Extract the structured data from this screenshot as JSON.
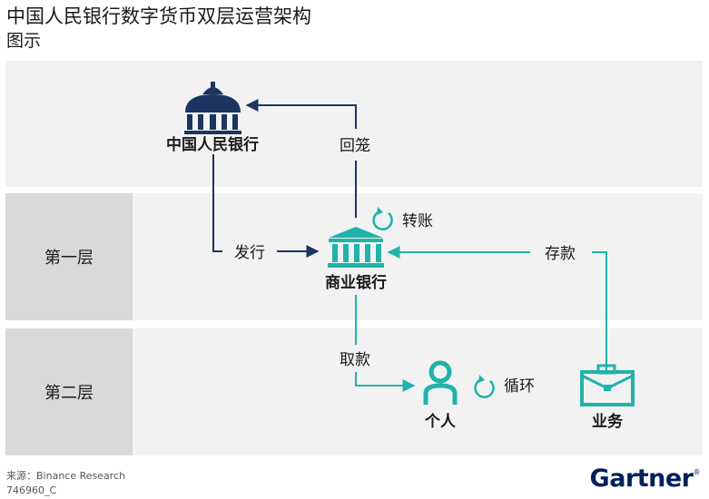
{
  "title": "中国人民银行数字货币双层运营架构",
  "subtitle": "图示",
  "layers": {
    "layer1": "第一层",
    "layer2": "第二层"
  },
  "nodes": {
    "central_bank": "中国人民银行",
    "commercial_bank": "商业银行",
    "individual": "个人",
    "business": "业务"
  },
  "edges": {
    "issue": "发行",
    "recall": "回笼",
    "transfer": "转账",
    "deposit": "存款",
    "withdraw": "取款",
    "circulate": "循环"
  },
  "colors": {
    "navy": "#1d3461",
    "teal": "#1fb3aa",
    "band": "#f2f2f2",
    "layer_label": "#d9d9d9"
  },
  "footer": {
    "source": "来源：Binance Research",
    "doc_id": "746960_C",
    "logo": "Gartner",
    "logo_mark": "®"
  }
}
